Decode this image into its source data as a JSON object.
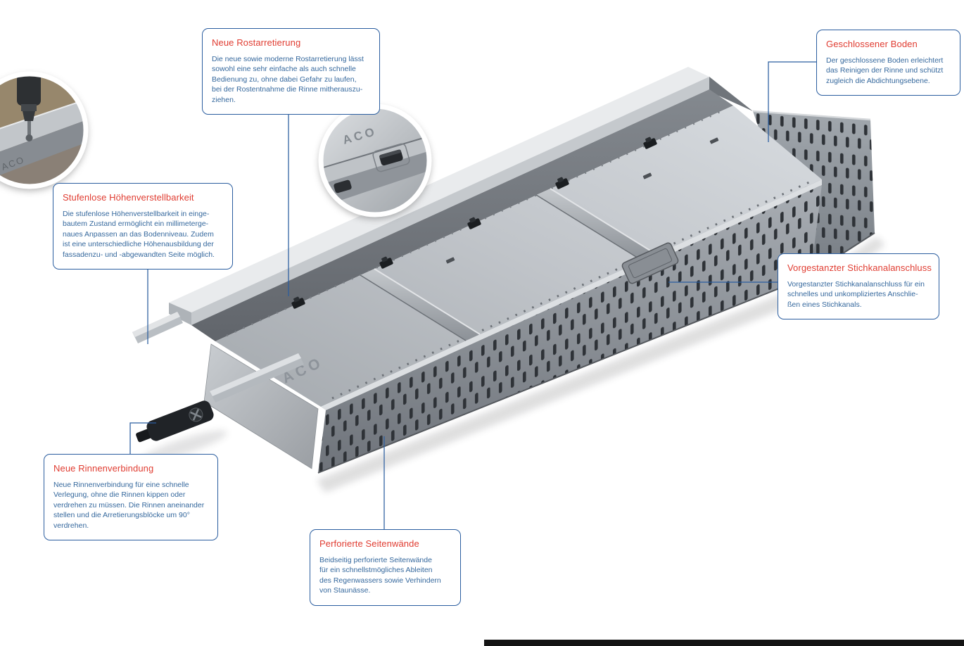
{
  "labels": {
    "product_brand": "ACO",
    "floor": "ACO",
    "inset_detail": "ACO",
    "inset_drill": "ACO"
  },
  "colors": {
    "callout_title": "#e03c31",
    "callout_text": "#35689d",
    "callout_border": "#2a5d9f",
    "leader_line": "#2a5d9f",
    "footer_bar": "#141414",
    "metal_light": "#d6dade",
    "metal_dark": "#70757b"
  },
  "callouts": [
    {
      "id": "rostarretierung",
      "title": "Neue Rostarretierung",
      "body": "Die neue sowie moderne Rostarretierung lässt\nsowohl eine sehr einfache als auch schnelle\nBedienung zu, ohne dabei Gefahr zu laufen,\nbei der Rostentnahme die Rinne mitherauszu-\nziehen."
    },
    {
      "id": "geschlossener-boden",
      "title": "Geschlossener Boden",
      "body": "Der geschlossene Boden erleichtert\ndas Reinigen der Rinne und schützt\nzugleich die Abdichtungsebene."
    },
    {
      "id": "hoehenverstellbarkeit",
      "title": "Stufenlose Höhenverstellbarkeit",
      "body": "Die stufenlose Höhenverstellbarkeit in einge-\nbautem Zustand ermöglicht ein millimeterge-\nnaues Anpassen an das Bodenniveau. Zudem\nist eine unterschiedliche Höhenausbildung der\nfassadenzu- und -abgewandten Seite möglich."
    },
    {
      "id": "stichkanalanschluss",
      "title": "Vorgestanzter Stichkanalanschluss",
      "body": "Vorgestanzter Stichkanalanschluss für ein\nschnelles und unkompliziertes Anschlie-\nßen eines Stichkanals."
    },
    {
      "id": "rinnenverbindung",
      "title": "Neue Rinnenverbindung",
      "body": "Neue Rinnenverbindung für eine schnelle\nVerlegung, ohne die Rinnen kippen oder\nverdrehen zu müssen. Die Rinnen aneinander\nstellen und die Arretierungsblöcke um 90°\nverdrehen."
    },
    {
      "id": "perforierte-seitenwaende",
      "title": "Perforierte Seitenwände",
      "body": "Beidseitig perforierte Seitenwände\nfür ein schnellstmögliches Ableiten\ndes Regenwassers sowie Verhindern\nvon Staunässe."
    }
  ]
}
